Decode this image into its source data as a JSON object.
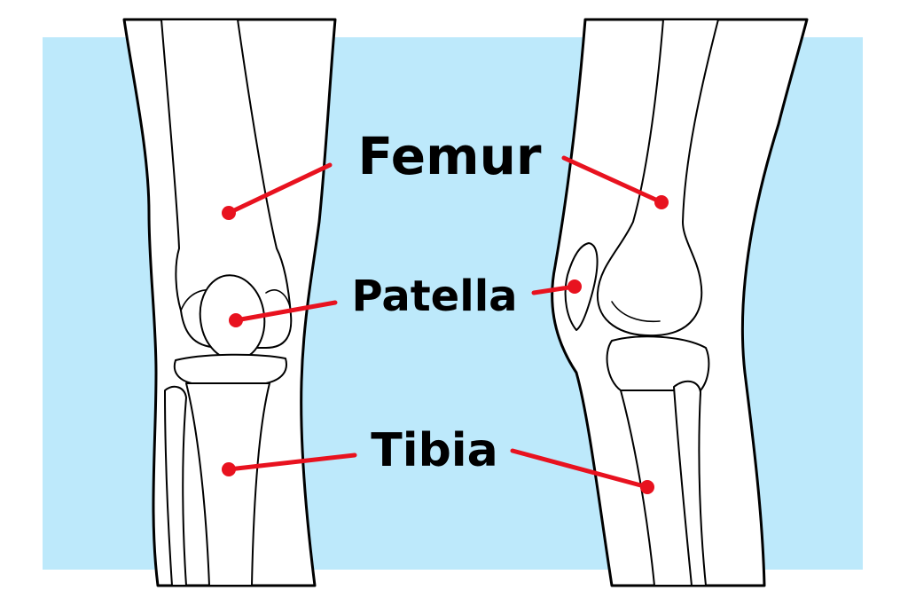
{
  "colors": {
    "background": "#bde9fb",
    "pointer": "#e8121f",
    "outline": "#000000",
    "text": "#000000"
  },
  "labels": {
    "femur": "Femur",
    "patella": "Patella",
    "tibia": "Tibia"
  }
}
